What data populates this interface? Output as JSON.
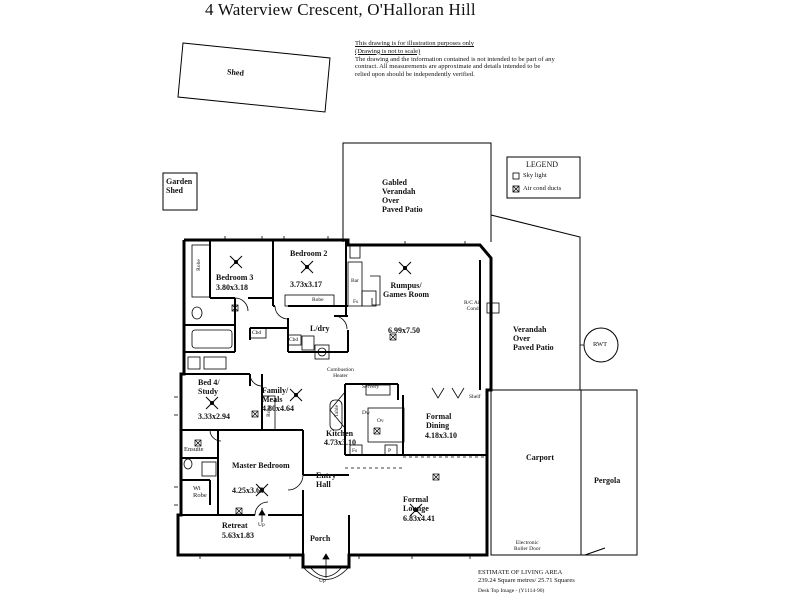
{
  "title": "4 Waterview Crescent, O'Halloran Hill",
  "disclaimer": {
    "line1": "This drawing is for illustration purposes only",
    "line2": "(Drawing is not to scale)",
    "body": "The drawing and the information contained is not intended to be part of any contract.  All measurements are approximate and details intended to be relied upon should be independently verified."
  },
  "legend": {
    "title": "LEGEND",
    "skylight": "Sky light",
    "aircond": "Air cond ducts"
  },
  "rooms": {
    "shed": "Shed",
    "garden_shed": "Garden\nShed",
    "gabled_verandah": "Gabled\nVerandah\nOver\nPaved Patio",
    "bedroom3": "Bedroom 3",
    "bedroom3_dim": "3.80x3.18",
    "bedroom2": "Bedroom 2",
    "bedroom2_dim": "3.73x3.17",
    "rumpus": "Rumpus/\nGames Room",
    "rumpus_dim": "6.99x7.50",
    "ldry": "L/dry",
    "verandah": "Verandah\nOver\nPaved Patio",
    "rwt": "RWT",
    "bed4": "Bed 4/\nStudy",
    "bed4_dim": "3.33x2.94",
    "family": "Family/\nMeals",
    "family_dim": "4.80x4.64",
    "kitchen": "Kitchen",
    "kitchen_dim": "4.73x3.10",
    "formal_dining": "Formal\nDining",
    "formal_dining_dim": "4.18x3.10",
    "master": "Master Bedroom",
    "master_dim": "4.25x3.63",
    "entry": "Entry\nHall",
    "formal_lounge": "Formal\nLounge",
    "formal_lounge_dim": "6.83x4.41",
    "carport": "Carport",
    "pergola": "Pergola",
    "retreat": "Retreat",
    "retreat_dim": "5.63x1.83",
    "porch": "Porch",
    "ensuite": "Ensuite",
    "wi_robe": "Wi\nRobe"
  },
  "small_labels": {
    "robe_b3": "Robe",
    "robe_b2": "Robe",
    "robe_bed4": "Robe",
    "bar": "Bar",
    "fs_rumpus": "Fs",
    "fs_kitchen": "Fs",
    "p_kitchen": "P",
    "cbd1": "Cbd",
    "cbd2": "Cbd",
    "rc_aircond": "R/C Air\nCond",
    "combustion": "Combustion\nHeater",
    "servery": "Servery",
    "shelf": "Shelf",
    "table": "Table",
    "dw": "Dw",
    "ov": "Ov",
    "up_porch": "Up",
    "up_retreat": "Up",
    "roller_door": "Electronic\nRoller Door"
  },
  "living_area": {
    "heading": "ESTIMATE OF LIVING AREA",
    "value": "239.24 Square metres/  25.71 Squares"
  },
  "footer": "Desk Top Image - (Y1114-90)"
}
